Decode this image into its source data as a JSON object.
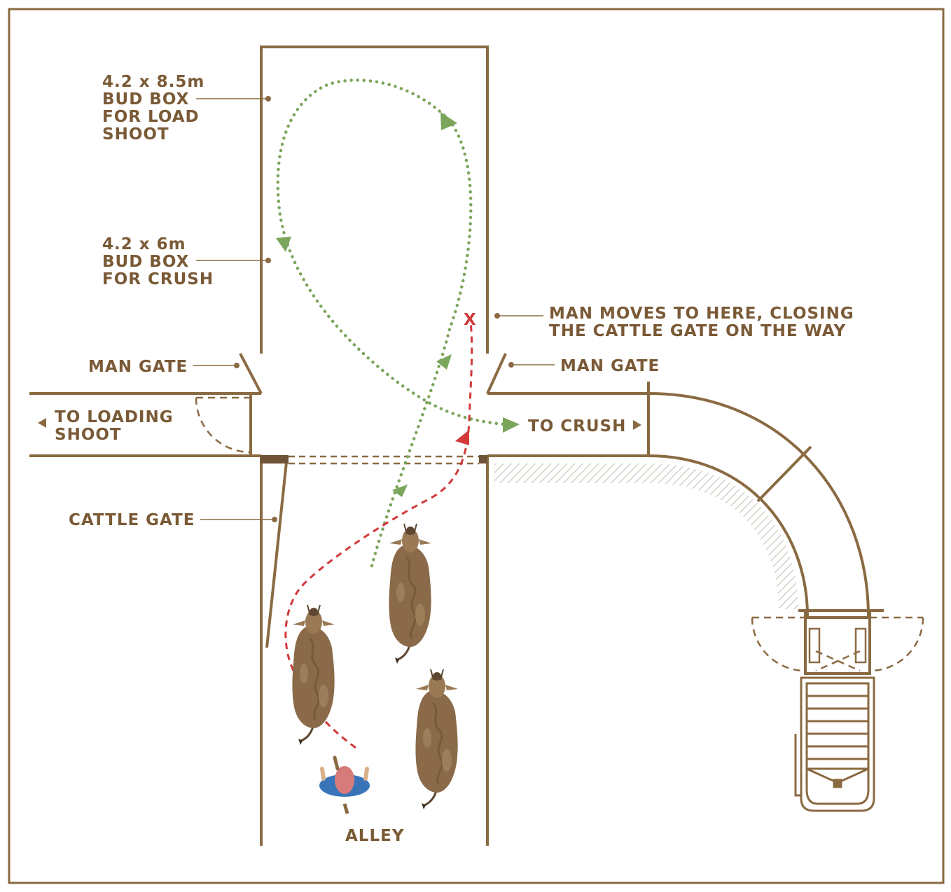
{
  "colors": {
    "wall": "#8a6a42",
    "label": "#7a5a36",
    "green_path": "#7aa55a",
    "red_path": "#d2393a",
    "cow_body": "#8a6a48",
    "cow_dark": "#5e4630",
    "hatch": "#d6d0c8",
    "person_shirt": "#3a74b8",
    "person_head": "#d77a7a"
  },
  "labels": {
    "bud_box_load": [
      "4.2 x 8.5m",
      "BUD BOX",
      "FOR LOAD",
      "SHOOT"
    ],
    "bud_box_crush": [
      "4.2 x 6m",
      "BUD BOX",
      "FOR CRUSH"
    ],
    "man_moves": [
      "MAN MOVES TO HERE, CLOSING",
      "THE CATTLE GATE ON THE WAY"
    ],
    "man_gate_left": "MAN GATE",
    "man_gate_right": "MAN GATE",
    "to_loading": [
      "TO LOADING",
      "SHOOT"
    ],
    "to_crush": "TO CRUSH",
    "cattle_gate": "CATTLE GATE",
    "alley": "ALLEY",
    "x_mark": "X"
  },
  "icons": {
    "cattle": "cow-topview-icon",
    "handler": "person-topview-icon",
    "arrow_left": "triangle-left-icon",
    "arrow_right": "triangle-right-icon"
  }
}
